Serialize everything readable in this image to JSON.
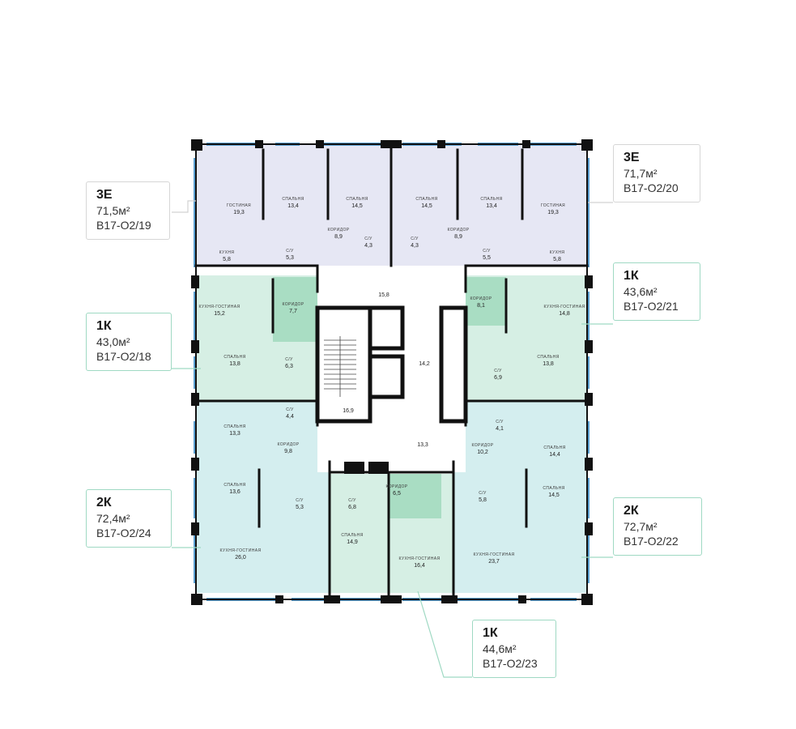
{
  "colors": {
    "apt_3e": "#e6e7f4",
    "apt_1k": "#d6efe4",
    "apt_2k": "#d4eeef",
    "corridor_1k": "#a9ddc3",
    "wall": "#111111",
    "window": "#5a9fd0",
    "leader_gray": "#d2d2d2",
    "leader_green": "#9fd9c3"
  },
  "apartments": [
    {
      "id": "a19",
      "type": "3Е",
      "area": "71,5м²",
      "code": "В17-О2/19",
      "tone": "gray"
    },
    {
      "id": "a20",
      "type": "3Е",
      "area": "71,7м²",
      "code": "В17-О2/20",
      "tone": "gray"
    },
    {
      "id": "a18",
      "type": "1К",
      "area": "43,0м²",
      "code": "В17-О2/18",
      "tone": "green"
    },
    {
      "id": "a21",
      "type": "1К",
      "area": "43,6м²",
      "code": "В17-О2/21",
      "tone": "green"
    },
    {
      "id": "a24",
      "type": "2К",
      "area": "72,4м²",
      "code": "В17-О2/24",
      "tone": "green"
    },
    {
      "id": "a22",
      "type": "2К",
      "area": "72,7м²",
      "code": "В17-О2/22",
      "tone": "green"
    },
    {
      "id": "a23",
      "type": "1К",
      "area": "44,6м²",
      "code": "В17-О2/23",
      "tone": "green"
    }
  ],
  "room_labels": [
    {
      "name": "ГОСТИНАЯ",
      "area": "19,3"
    },
    {
      "name": "СПАЛЬНЯ",
      "area": "13,4"
    },
    {
      "name": "СПАЛЬНЯ",
      "area": "14,5"
    },
    {
      "name": "СПАЛЬНЯ",
      "area": "14,5"
    },
    {
      "name": "СПАЛЬНЯ",
      "area": "13,4"
    },
    {
      "name": "ГОСТИНАЯ",
      "area": "19,3"
    },
    {
      "name": "КОРИДОР",
      "area": "8,9"
    },
    {
      "name": "С/У",
      "area": "4,3"
    },
    {
      "name": "С/У",
      "area": "4,3"
    },
    {
      "name": "КОРИДОР",
      "area": "8,9"
    },
    {
      "name": "С/У",
      "area": "5,3"
    },
    {
      "name": "С/У",
      "area": "5,5"
    },
    {
      "name": "КУХНЯ",
      "area": "5,8"
    },
    {
      "name": "КУХНЯ",
      "area": "5,8"
    },
    {
      "name": "КУХНЯ-ГОСТИНАЯ",
      "area": "15,2"
    },
    {
      "name": "КОРИДОР",
      "area": "7,7"
    },
    {
      "name": "КОРИДОР",
      "area": "8,1"
    },
    {
      "name": "КУХНЯ-ГОСТИНАЯ",
      "area": "14,8"
    },
    {
      "name": "СПАЛЬНЯ",
      "area": "13,8"
    },
    {
      "name": "С/У",
      "area": "6,3"
    },
    {
      "name": "С/У",
      "area": "6,9"
    },
    {
      "name": "СПАЛЬНЯ",
      "area": "13,8"
    },
    {
      "name": "С/У",
      "area": "4,4"
    },
    {
      "name": "С/У",
      "area": "4,1"
    },
    {
      "name": "СПАЛЬНЯ",
      "area": "13,3"
    },
    {
      "name": "КОРИДОР",
      "area": "9,8"
    },
    {
      "name": "КОРИДОР",
      "area": "10,2"
    },
    {
      "name": "СПАЛЬНЯ",
      "area": "14,4"
    },
    {
      "name": "СПАЛЬНЯ",
      "area": "13,6"
    },
    {
      "name": "С/У",
      "area": "5,3"
    },
    {
      "name": "С/У",
      "area": "6,8"
    },
    {
      "name": "КОРИДОР",
      "area": "6,5"
    },
    {
      "name": "С/У",
      "area": "5,8"
    },
    {
      "name": "СПАЛЬНЯ",
      "area": "14,5"
    },
    {
      "name": "КУХНЯ-ГОСТИНАЯ",
      "area": "26,0"
    },
    {
      "name": "СПАЛЬНЯ",
      "area": "14,9"
    },
    {
      "name": "КУХНЯ-ГОСТИНАЯ",
      "area": "16,4"
    },
    {
      "name": "КУХНЯ-ГОСТИНАЯ",
      "area": "23,7"
    }
  ],
  "common_areas": [
    "15,8",
    "14,2",
    "16,9",
    "13,3"
  ]
}
